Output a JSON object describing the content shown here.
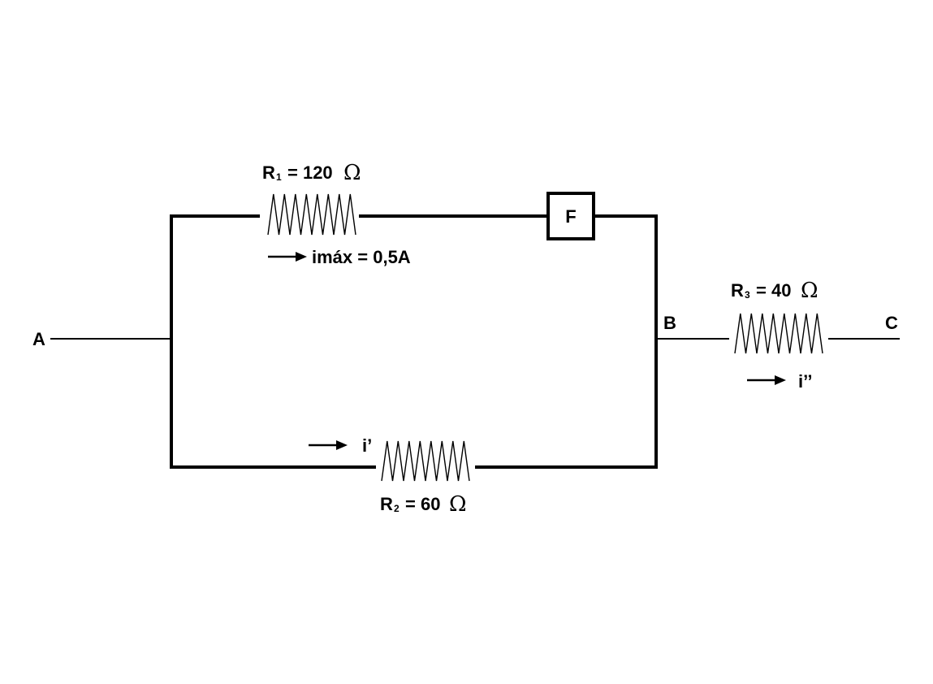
{
  "nodes": {
    "a": "A",
    "b": "B",
    "c": "C"
  },
  "r1": {
    "symbol": "R",
    "index": "1",
    "value": "= 120",
    "unit": "Ω"
  },
  "r2": {
    "symbol": "R",
    "index": "2",
    "value": "= 60",
    "unit": "Ω"
  },
  "r3": {
    "symbol": "R",
    "index": "3",
    "value": "= 40",
    "unit": "Ω"
  },
  "fuse": {
    "label": "F"
  },
  "currents": {
    "imax": "imáx = 0,5A",
    "i_prime": "i’",
    "i_double_prime": "i’’"
  }
}
